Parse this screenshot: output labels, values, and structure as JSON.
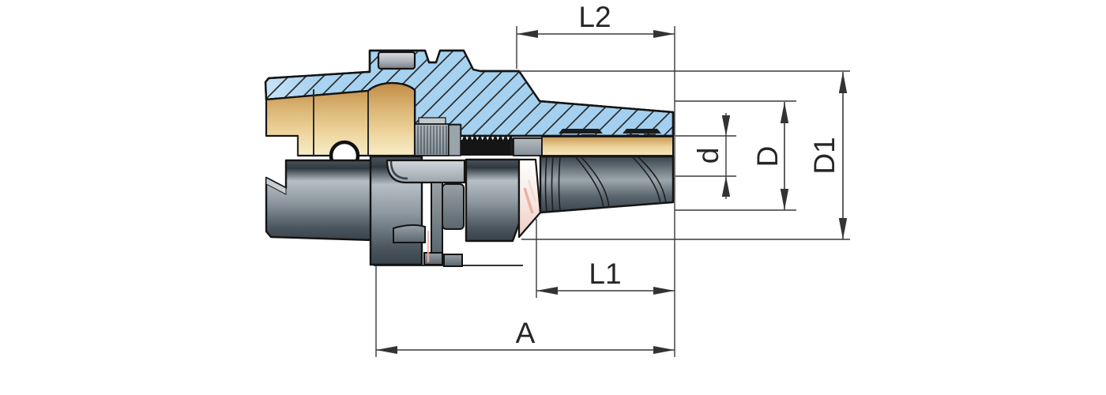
{
  "drawing": {
    "dimension_labels": {
      "l2": "L2",
      "l1": "L1",
      "a": "A",
      "d_small": "d",
      "d_big": "D",
      "d1": "D1"
    },
    "colors": {
      "section_hatch_fill": "#A6D2F0",
      "bore_fill": "#E3C07F",
      "metal_mid": "#8E98A0",
      "outline": "#141414",
      "dimension_line": "#3A3A3A",
      "background": "#FFFFFF"
    }
  }
}
